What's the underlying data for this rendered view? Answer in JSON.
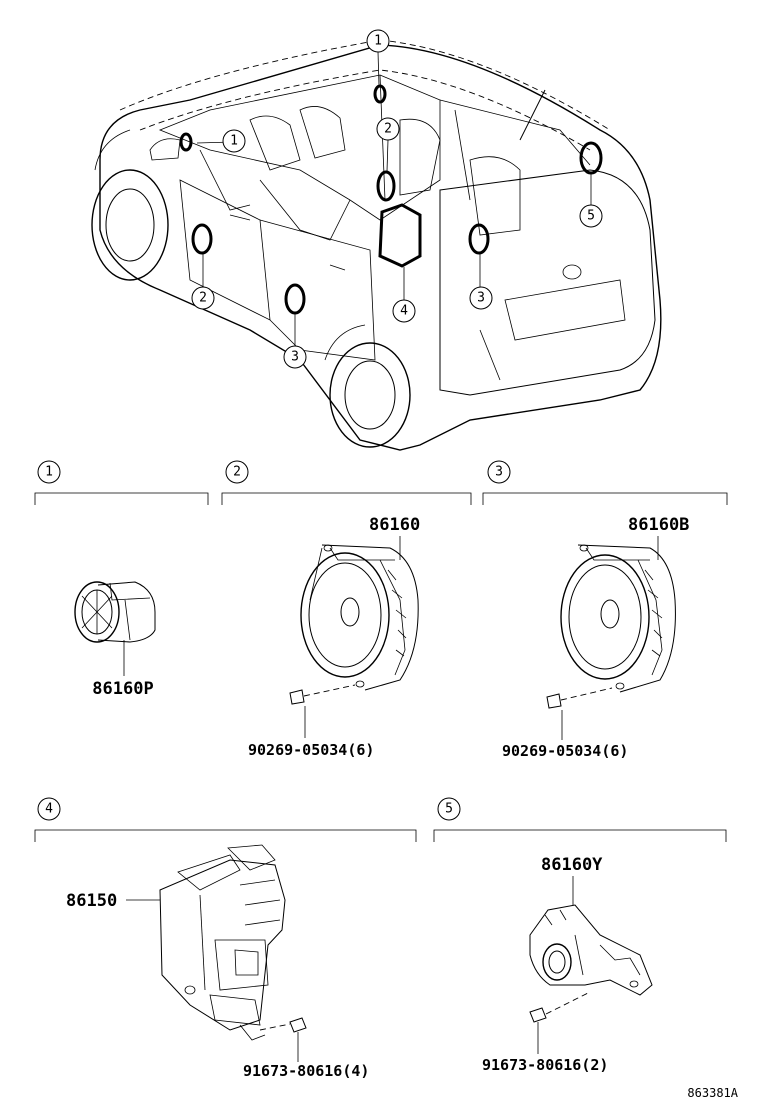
{
  "callouts": {
    "c1": "1",
    "c2": "2",
    "c3": "3",
    "c4": "4",
    "c5": "5"
  },
  "sections": [
    {
      "number": "1",
      "parts": [
        "86160P"
      ]
    },
    {
      "number": "2",
      "parts": [
        "86160",
        "90269-05034(6)"
      ]
    },
    {
      "number": "3",
      "parts": [
        "86160B",
        "90269-05034(6)"
      ]
    },
    {
      "number": "4",
      "parts": [
        "86150",
        "91673-80616(4)"
      ]
    },
    {
      "number": "5",
      "parts": [
        "86160Y",
        "91673-80616(2)"
      ]
    }
  ],
  "reference": "863381A"
}
